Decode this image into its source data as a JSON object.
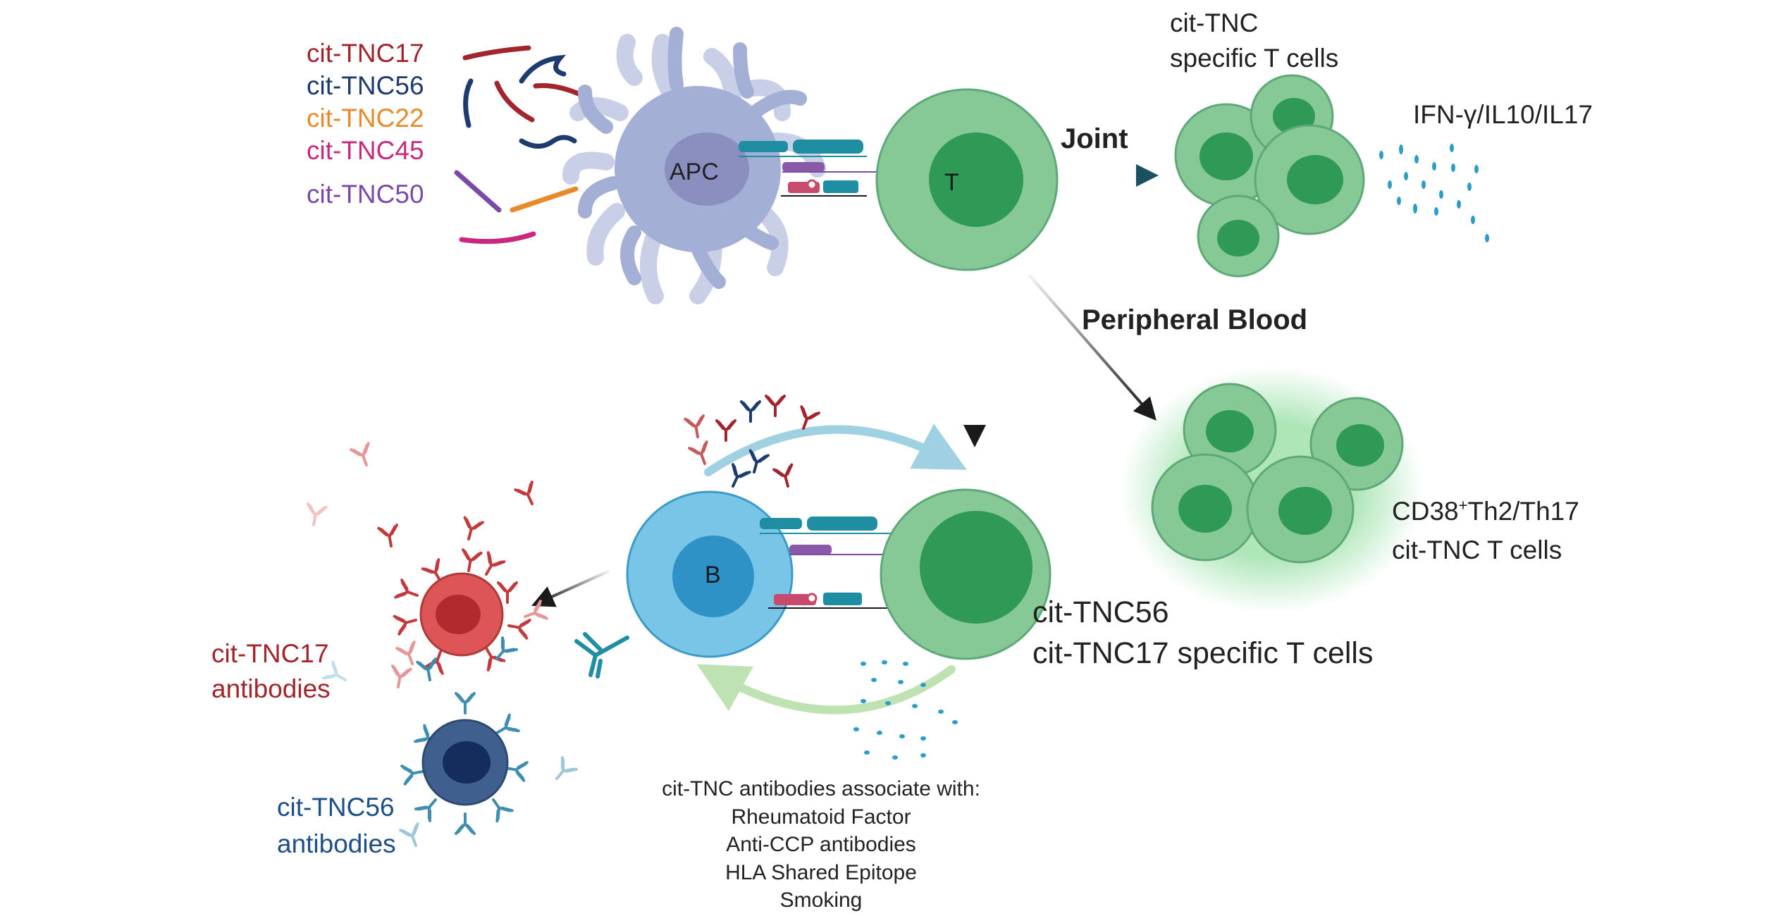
{
  "peptides": [
    {
      "label": "cit-TNC17",
      "color": "#a3252c"
    },
    {
      "label": "cit-TNC56",
      "color": "#1d3b6e"
    },
    {
      "label": "cit-TNC22",
      "color": "#e88a2a"
    },
    {
      "label": "cit-TNC45",
      "color": "#c8287e"
    },
    {
      "label": "cit-TNC50",
      "color": "#7b4aa8"
    }
  ],
  "cells": {
    "apc": "APC",
    "t": "T",
    "b": "B"
  },
  "labels": {
    "cit_tnc_specific": [
      "cit-TNC",
      "specific T cells"
    ],
    "cytokines": "IFN-γ/IL10/IL17",
    "joint": "Joint",
    "peripheral_blood": "Peripheral Blood",
    "cd38_line1_a": "CD38",
    "cd38_sup": "+",
    "cd38_line1_b": "Th2/Th17",
    "cd38_line2": "cit-TNC T  cells",
    "b_t_pair": [
      "cit-TNC56",
      "cit-TNC17 specific T cells"
    ],
    "red_antibodies": [
      "cit-TNC17",
      "antibodies"
    ],
    "blue_antibodies": [
      "cit-TNC56",
      "antibodies"
    ],
    "associations": [
      "cit-TNC antibodies associate with:",
      "Rheumatoid Factor",
      "Anti-CCP antibodies",
      "HLA Shared Epitope",
      "Smoking"
    ]
  },
  "colors": {
    "apc": "#a4afd6",
    "apc_nucleus": "#8a8fc0",
    "t_cell": "#86c896",
    "t_nucleus": "#2e9a55",
    "b_cell": "#79c5e8",
    "b_nucleus": "#2e92c6",
    "red_plasma": "#dd5556",
    "blue_plasma": "#3f5f8e",
    "arrow_dark": "#1a1a1a",
    "arrow_joint": "#1d4f63"
  }
}
